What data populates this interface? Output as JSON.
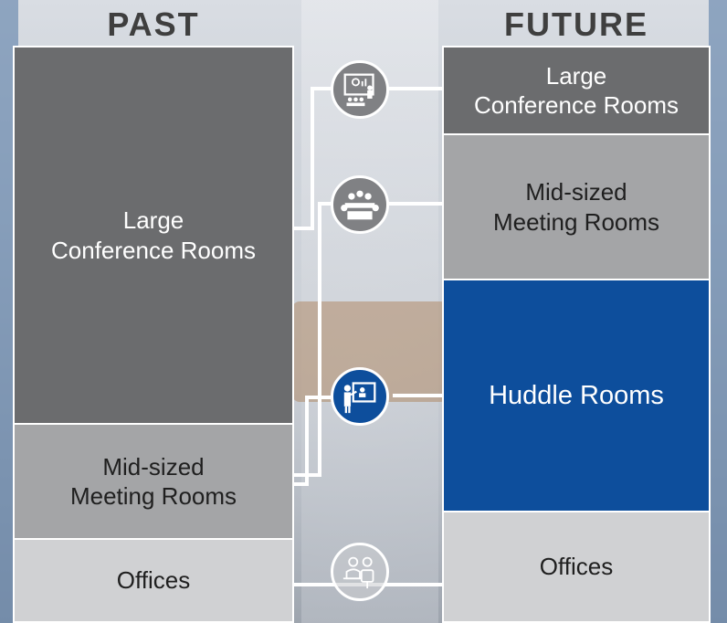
{
  "titles": {
    "past": "PAST",
    "future": "FUTURE"
  },
  "past": {
    "large": [
      "Large",
      "Conference Rooms"
    ],
    "mid": [
      "Mid-sized",
      "Meeting Rooms"
    ],
    "offices": "Offices"
  },
  "future": {
    "large": [
      "Large",
      "Conference Rooms"
    ],
    "mid": [
      "Mid-sized",
      "Meeting Rooms"
    ],
    "huddle": "Huddle Rooms",
    "offices": "Offices"
  },
  "icons": [
    "presentation-icon",
    "meeting-table-icon",
    "huddle-presenter-icon",
    "office-desk-icon"
  ],
  "colors": {
    "dark_gray": "#6b6c6e",
    "mid_gray": "#a4a5a7",
    "light_gray": "#d0d1d3",
    "huddle_blue": "#0d4e9c"
  }
}
